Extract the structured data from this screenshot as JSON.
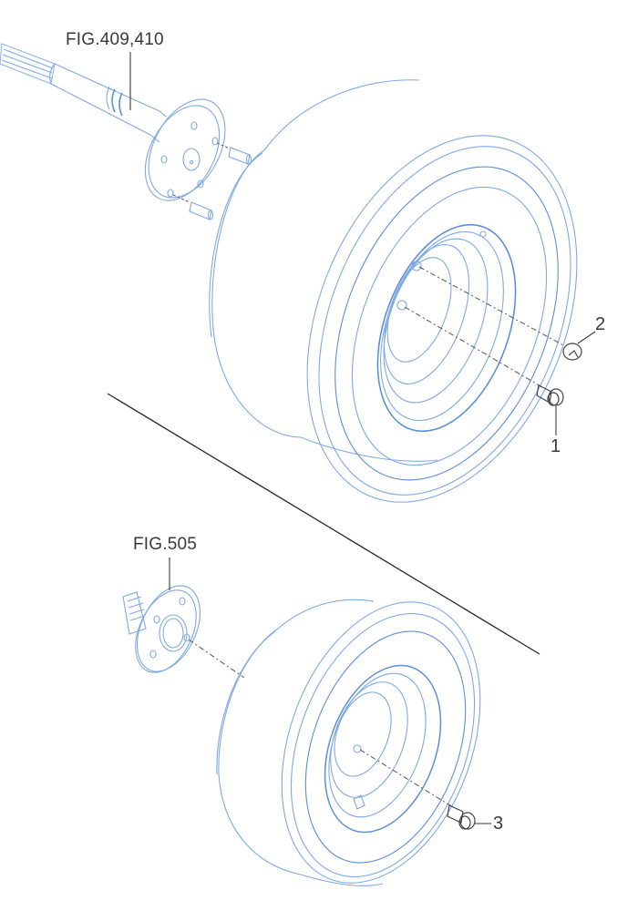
{
  "diagram": {
    "type": "exploded-parts-diagram",
    "colors": {
      "part_line": "#7fa9e6",
      "part_line_dark": "#5d8fd6",
      "leader_line": "#3a3a3a",
      "text": "#3a3a3a",
      "background": "#ffffff"
    },
    "references": [
      {
        "id": "ref-top",
        "label": "FIG.409,410",
        "points_to": "rear axle shaft and hub"
      },
      {
        "id": "ref-bottom",
        "label": "FIG.505",
        "points_to": "front hub flange"
      }
    ],
    "callouts": [
      {
        "number": "1",
        "part": "wheel bolt (upper wheel)"
      },
      {
        "number": "2",
        "part": "cap nut (upper wheel)"
      },
      {
        "number": "3",
        "part": "wheel bolt (lower wheel)"
      }
    ],
    "assemblies": [
      {
        "name": "upper-wheel-assembly",
        "parts": [
          "axle shaft",
          "hub flange",
          "studs",
          "tire",
          "rim",
          "bolt 1",
          "nut 2"
        ]
      },
      {
        "name": "lower-wheel-assembly",
        "parts": [
          "hub flange",
          "tire",
          "rim",
          "bolt 3"
        ]
      }
    ],
    "separator": "diagonal divider line between assemblies"
  }
}
